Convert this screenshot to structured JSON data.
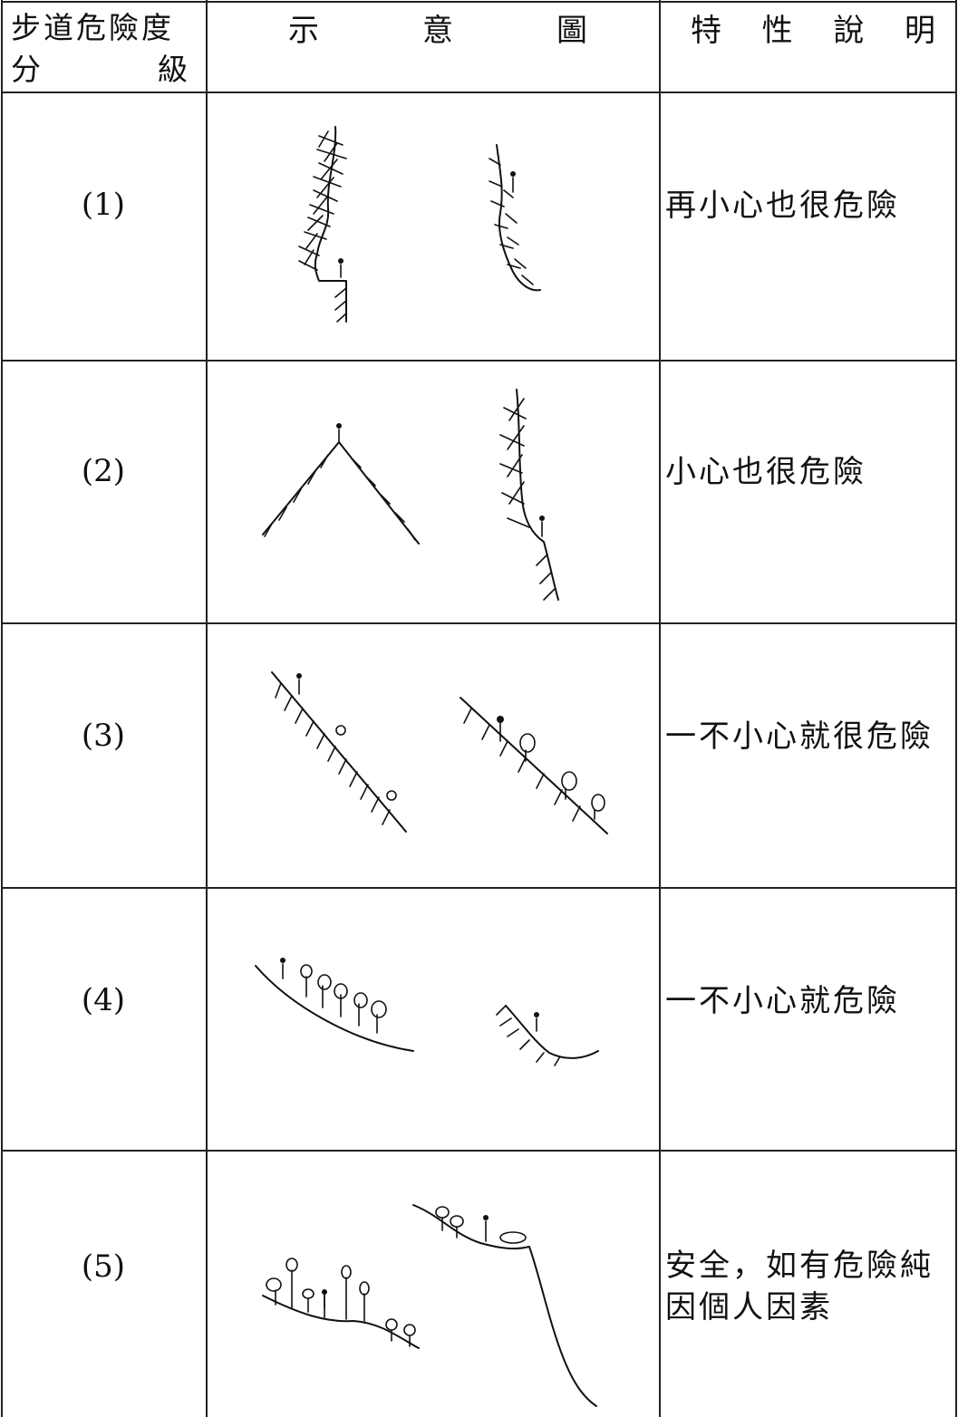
{
  "header": {
    "col1_line1": "步道危險度",
    "col1_line2_left": "分",
    "col1_line2_right": "級",
    "col2_chars": [
      "示",
      "意",
      "圖"
    ],
    "col3_chars": [
      "特",
      "性",
      "說",
      "明"
    ]
  },
  "rows": [
    {
      "level": "(1)",
      "description": "再小心也很危險"
    },
    {
      "level": "(2)",
      "description": "小心也很危險"
    },
    {
      "level": "(3)",
      "description": "一不小心就很危險"
    },
    {
      "level": "(4)",
      "description": "一不小心就危險"
    },
    {
      "level": "(5)",
      "description": "安全，如有危險純因個人因素"
    }
  ]
}
